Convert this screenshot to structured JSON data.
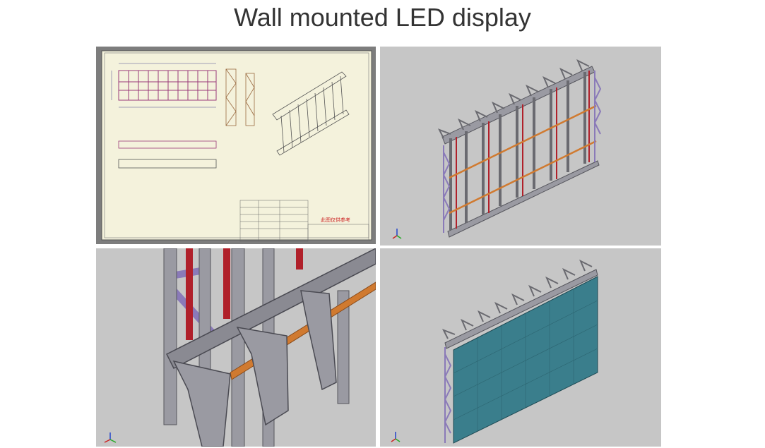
{
  "page": {
    "title": "Wall mounted LED display"
  },
  "panels": [
    {
      "id": "p1",
      "content": "2D engineering drawing of wall frame",
      "drawing_note": "此图仅供参考"
    },
    {
      "id": "p2",
      "content": "3D wireframe render of steel frame"
    },
    {
      "id": "p3",
      "content": "close-up of truss joint render"
    },
    {
      "id": "p4",
      "content": "frame with LED panel mounted"
    }
  ],
  "colors": {
    "render_bg": "#c6c6c6",
    "drawing_bg": "#f4f2dc",
    "steel": "#9a9aa2",
    "red_post": "#b0202a",
    "orange_bar": "#d07a30",
    "purple_brace": "#8a7ab8",
    "led_panel": "#3a7e8c"
  },
  "icons": [
    "axis-triad-icon"
  ]
}
